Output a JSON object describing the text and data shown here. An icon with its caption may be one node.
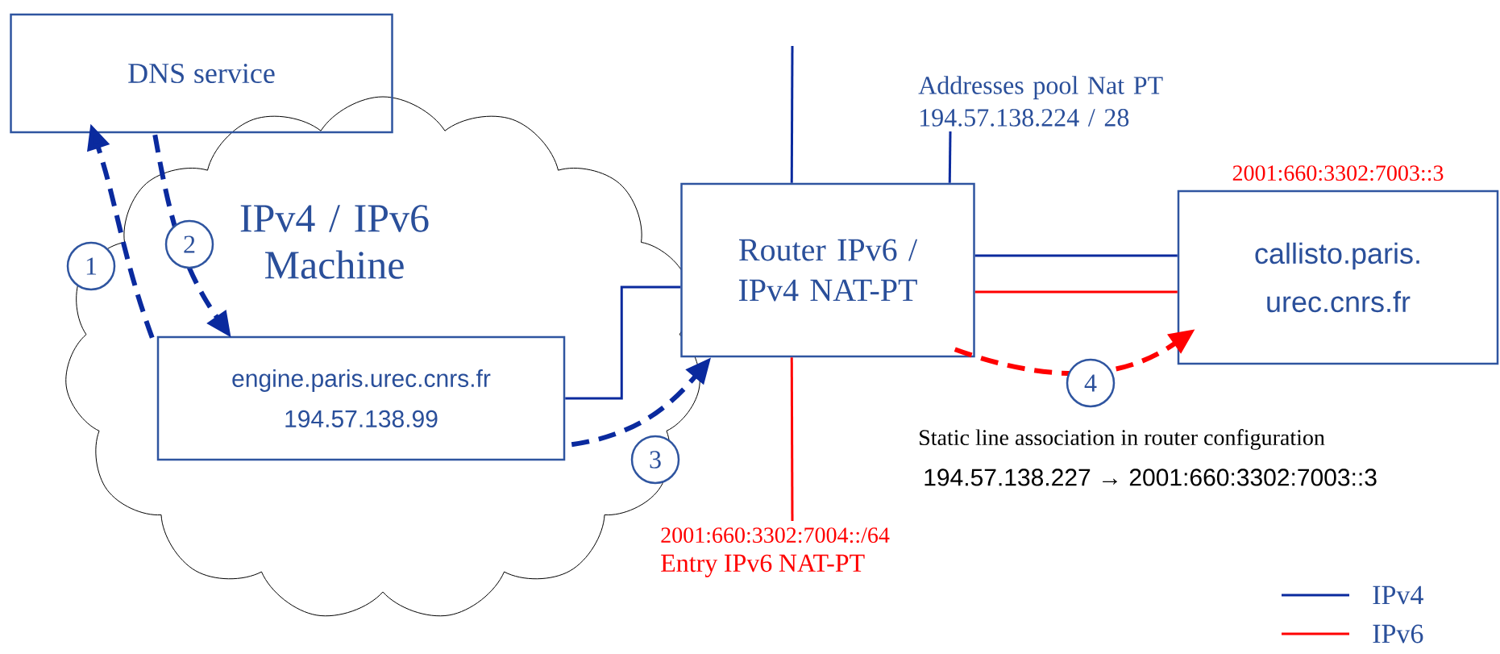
{
  "diagram": {
    "nodes": [
      {
        "text": [
          "DNS service"
        ]
      },
      {
        "text": [
          "IPv4 / IPv6 Machine"
        ]
      },
      {
        "text": [
          "engine.paris.urec.cnrs.fr 194.57.138.99"
        ],
        "in": 1
      },
      {
        "text": [
          "Router IPv6 / IPv4 NAT-PT"
        ]
      },
      {
        "text": [
          "Addresses pool Nat PT 194.57.138.224 / 28"
        ]
      },
      {
        "text": [
          "callisto.paris. urec.cnrs.fr"
        ],
        "beside": [
          "2001:660:3302:7003::3"
        ]
      },
      {
        "text": [
          "2001:660:3302:7004::/64",
          "Entry IPv6 NAT-PT"
        ]
      }
    ],
    "edges": [
      {
        "from": 2,
        "to": 0,
        "arrow": "to",
        "style": "dashed",
        "label": "1"
      },
      {
        "from": 0,
        "to": 2,
        "arrow": "to",
        "style": "dashed",
        "label": "2"
      },
      {
        "from": 2,
        "to": 3,
        "arrow": "none"
      },
      {
        "from": 2,
        "to": 3,
        "arrow": "to",
        "style": "dashed",
        "label": "3"
      },
      {
        "from": 3,
        "to": null,
        "arrow": "none"
      },
      {
        "from": 3,
        "to": 4,
        "arrow": "none"
      },
      {
        "from": 3,
        "to": 6,
        "arrow": "none",
        "color": "#ff0000"
      },
      {
        "from": 3,
        "to": 5,
        "arrow": "none"
      },
      {
        "from": 3,
        "to": 5,
        "arrow": "none",
        "color": "#ff0000"
      },
      {
        "from": 3,
        "to": 5,
        "arrow": "to",
        "style": "dashed",
        "color": "#ff0000",
        "label": "4"
      }
    ],
    "labels": [
      "Static line association in router configuration",
      "194.57.138.227 → 2001:660:3302:7003::3"
    ],
    "legend": [
      {
        "text": "IPv4"
      },
      {
        "text": "IPv6"
      }
    ]
  }
}
